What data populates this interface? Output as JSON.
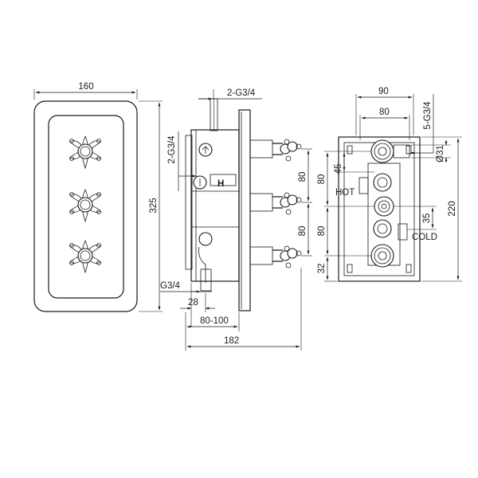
{
  "front_view": {
    "width_label": "160",
    "height_label": "325"
  },
  "side_view": {
    "top_port_label": "2-G3/4",
    "left_port_label": "2-G3/4",
    "spacing_upper_label": "80",
    "spacing_lower_label": "80",
    "outlet_label": "G3/4",
    "outlet_offset_label": "28",
    "depth_range_label": "80-100",
    "total_depth_label": "182"
  },
  "back_view": {
    "outer_width_label": "90",
    "inner_width_label": "80",
    "ports_label": "5-G3/4",
    "diameter_label": "Ø31",
    "offset_label": "45",
    "spacing_upper_label": "80",
    "spacing_lower_label": "80",
    "bottom_label": "32",
    "center_offset_label": "35",
    "height_label": "220",
    "hot_label": "HOT",
    "cold_label": "COLD"
  }
}
